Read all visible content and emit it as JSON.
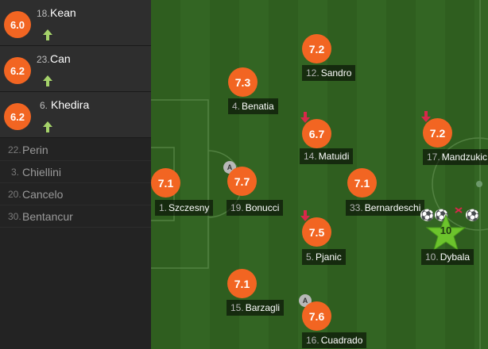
{
  "substitutes": [
    {
      "rating": "6.0",
      "number": "18.",
      "name": "Kean"
    },
    {
      "rating": "6.2",
      "number": "23.",
      "name": "Can"
    },
    {
      "rating": "6.2",
      "number": "6.",
      "name": "Khedira"
    }
  ],
  "bench": [
    {
      "number": "22.",
      "name": "Perin"
    },
    {
      "number": "3.",
      "name": "Chiellini"
    },
    {
      "number": "20.",
      "name": "Cancelo"
    },
    {
      "number": "30.",
      "name": "Bentancur"
    }
  ],
  "players": {
    "szczesny": {
      "rating": "7.1",
      "number": "1.",
      "name": "Szczesny"
    },
    "benatia": {
      "rating": "7.3",
      "number": "4.",
      "name": "Benatia"
    },
    "bonucci": {
      "rating": "7.7",
      "number": "19.",
      "name": "Bonucci"
    },
    "barzagli": {
      "rating": "7.1",
      "number": "15.",
      "name": "Barzagli"
    },
    "sandro": {
      "rating": "7.2",
      "number": "12.",
      "name": "Sandro"
    },
    "matuidi": {
      "rating": "6.7",
      "number": "14.",
      "name": "Matuidi"
    },
    "pjanic": {
      "rating": "7.5",
      "number": "5.",
      "name": "Pjanic"
    },
    "cuadrado": {
      "rating": "7.6",
      "number": "16.",
      "name": "Cuadrado"
    },
    "bernardeschi": {
      "rating": "7.1",
      "number": "33.",
      "name": "Bernardeschi"
    },
    "mandzukic": {
      "rating": "7.2",
      "number": "17.",
      "name": "Mandzukic"
    },
    "dybala": {
      "rating": "10",
      "number": "10.",
      "name": "Dybala"
    }
  },
  "badges": {
    "captain": "A"
  },
  "colors": {
    "rating": "#f26522",
    "pitch_dark": "#2f5e1f",
    "pitch_light": "#336523",
    "star": "#6cc32c"
  }
}
